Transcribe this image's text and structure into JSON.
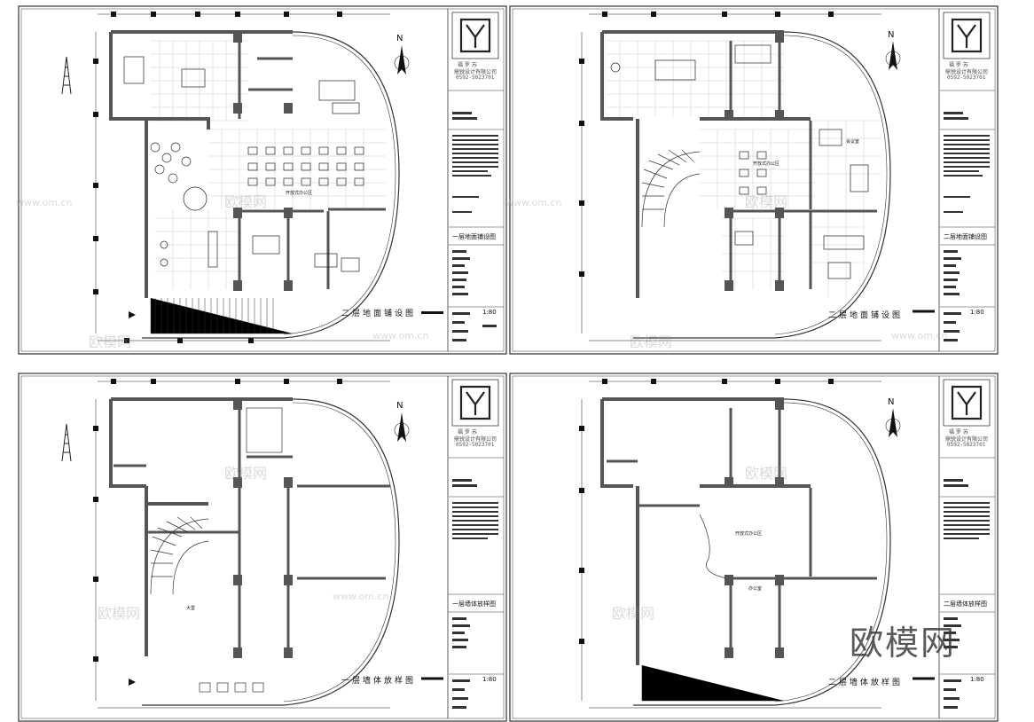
{
  "sheets": [
    {
      "id": "sheet-1",
      "title": "二层地面铺设图",
      "side_title": "一层地面铺设图",
      "scale": "1:80",
      "company_name": "鼎锐设计有限公司",
      "logo_text": "福 罗 苏",
      "phone": "0592-5023701",
      "north": "N"
    },
    {
      "id": "sheet-2",
      "title": "二层地面铺设图",
      "side_title": "二层地面铺设图",
      "scale": "1:80",
      "company_name": "鼎锐设计有限公司",
      "logo_text": "福 罗 苏",
      "phone": "0592-5023701",
      "north": "N"
    },
    {
      "id": "sheet-3",
      "title": "一层墙体放样图",
      "side_title": "一层墙体放样图",
      "scale": "1:80",
      "company_name": "鼎锐设计有限公司",
      "logo_text": "福 罗 苏",
      "phone": "0592-5023701",
      "north": "N"
    },
    {
      "id": "sheet-4",
      "title": "二层墙体放样图",
      "side_title": "二层墙体放样图",
      "scale": "1:80",
      "company_name": "鼎锐设计有限公司",
      "logo_text": "福 罗 苏",
      "phone": "0592-5023701",
      "north": "N"
    }
  ],
  "room_labels": {
    "s1_open_office": "开放式办公区",
    "s2_open_office": "开放式办公区",
    "s2_meeting": "会议室",
    "s3_hall": "大堂",
    "s4_open_office": "开放式办公区",
    "s4_office": "办公室"
  },
  "watermarks": {
    "url": "www.om.cn",
    "brand_small": "欧模网",
    "brand_large": "欧模网"
  },
  "colors": {
    "line": "#222222",
    "wall": "#555555",
    "tile": "#999999",
    "frame": "#333333"
  }
}
